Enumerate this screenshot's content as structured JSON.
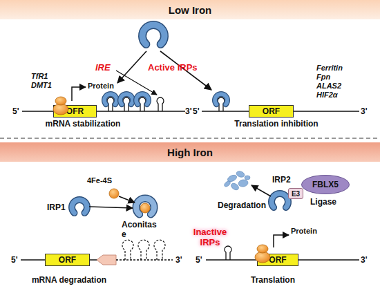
{
  "diagram": {
    "nodes": [
      {
        "text": [
          "Low Iron"
        ]
      },
      {
        "text": [
          "High Iron"
        ]
      },
      {
        "text": [
          "OFR"
        ]
      },
      {
        "text": [
          "ORF"
        ]
      },
      {
        "text": [
          "ORF"
        ]
      },
      {
        "text": [
          "ORF"
        ]
      },
      {
        "text": [
          "E3"
        ]
      },
      {
        "text": [
          "FBLX5"
        ]
      }
    ],
    "labels": [
      "TfR1",
      "DMT1",
      "Protein",
      "IRE",
      "Active IRPs",
      "5'",
      "3'",
      "mRNA stabilization",
      "5'",
      "3'",
      "Translation inhibition",
      "Ferritin",
      "Fpn",
      "ALAS2",
      "HIF2α",
      "4Fe-4S",
      "IRP1",
      "Aconitas e",
      "IRP2",
      "Ligase",
      "Degradation",
      "Inactive IRPs",
      "5'",
      "3'",
      "mRNA degradation",
      "5'",
      "3'",
      "Protein",
      "Translation"
    ]
  }
}
